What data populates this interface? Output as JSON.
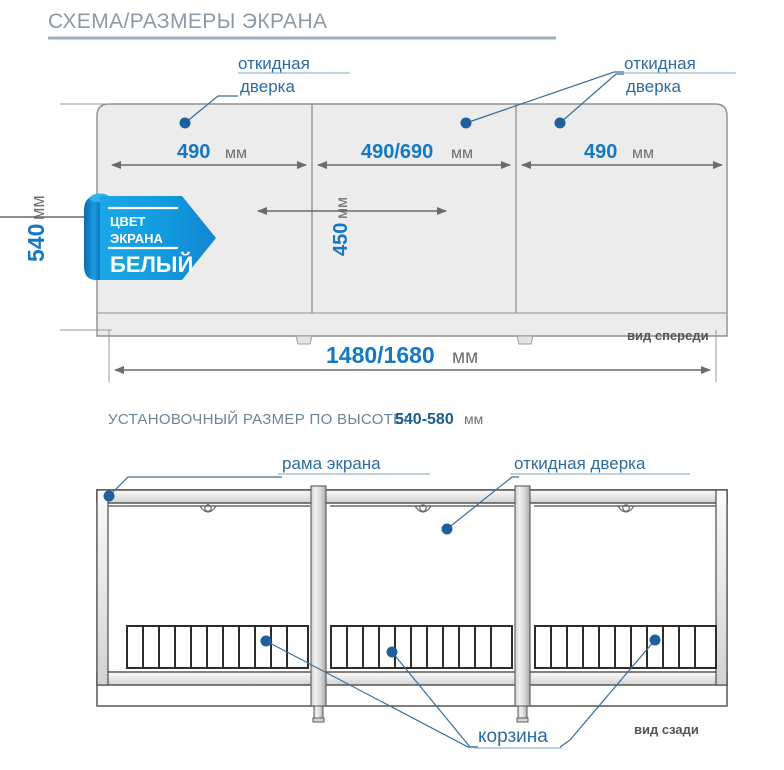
{
  "title": "СХЕМА/РАЗМЕРЫ ЭКРАНА",
  "colors": {
    "title_gray": "#8c9aa6",
    "dim_blue": "#1479c2",
    "dark_blue": "#1b5e93",
    "callout_blue": "#2b6ca3",
    "dot_blue": "#1f5f9e",
    "gray_line": "#6b6b6b",
    "panel_fill": "#ececec",
    "banner_blue": "#159ce0",
    "banner_dark": "#0f73c4",
    "unit_gray": "#6e6e6e",
    "view_label_gray": "#555555"
  },
  "front_view": {
    "callouts": [
      {
        "id": "door-left",
        "label_line1": "откидная",
        "label_line2": "дверка"
      },
      {
        "id": "door-right",
        "label_line1": "откидная",
        "label_line2": "дверка"
      }
    ],
    "dimensions": {
      "height_left": {
        "value": "540",
        "unit": "мм"
      },
      "panel1_width": {
        "value": "490",
        "unit": "мм"
      },
      "panel2_width": {
        "value": "490/690",
        "unit": "мм"
      },
      "panel3_width": {
        "value": "490",
        "unit": "мм"
      },
      "inner_height": {
        "value": "450",
        "unit": "мм"
      },
      "total_width": {
        "value": "1480/1680",
        "unit": "мм"
      }
    },
    "view_label": "вид спереди",
    "color_banner": {
      "line1": "ЦВЕТ",
      "line2": "ЭКРАНА",
      "line3": "БЕЛЫЙ"
    }
  },
  "install_note": {
    "prefix": "УСТАНОВОЧНЫЙ РАЗМЕР ПО ВЫСОТЕ:",
    "value": "540-580",
    "unit": "мм"
  },
  "rear_view": {
    "callouts": [
      {
        "id": "frame",
        "label": "рама экрана"
      },
      {
        "id": "door",
        "label": "откидная дверка"
      },
      {
        "id": "basket",
        "label": "корзина"
      }
    ],
    "view_label": "вид сзади"
  }
}
